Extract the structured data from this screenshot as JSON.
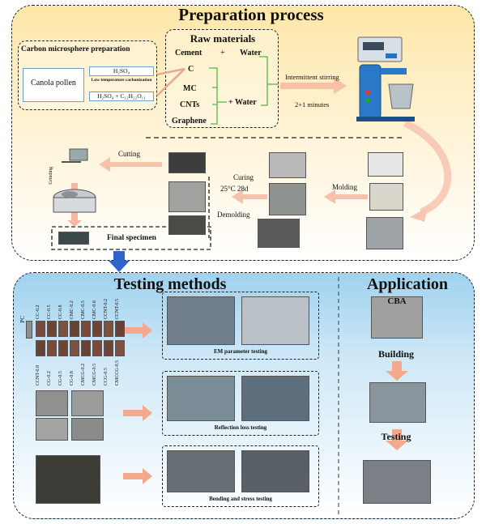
{
  "preparation": {
    "title": "Preparation process",
    "carbon_box": {
      "title": "Carbon microsphere preparation",
      "source": "Canola pollen",
      "step1": "H₂SO₄",
      "step2": "Low temperature carbonization",
      "step3": "H₂SO₄ + C₁₂H₂₂O₁₁"
    },
    "raw": {
      "title": "Raw materials",
      "cement": "Cement",
      "plus1": "+",
      "water1": "Water",
      "c": "C",
      "mc": "MC",
      "cnts": "CNTs",
      "graphene": "Graphene",
      "water2": "+ Water"
    },
    "stirring": "Intermittent stirring",
    "minutes": "2+1 minutes",
    "cutting": "Cutting",
    "grinding": "Grinding",
    "curing": "Curing",
    "curing_temp": "25°C 28d",
    "demolding": "Demolding",
    "molding": "Molding",
    "final": "Final specimen"
  },
  "testing": {
    "title": "Testing methods",
    "pc": "PC",
    "top_labels": [
      "CC-0.2",
      "CC-0.5",
      "CC-0.8",
      "CMC-0.2",
      "CMC-0.5",
      "CMC-0.8",
      "CCNT-0.2",
      "CCNT-0.5"
    ],
    "bottom_labels": [
      "CCNT-0.8",
      "CG-0.2",
      "CG-0.5",
      "CG-0.8",
      "CMCG-0.2",
      "CMCG-0.5",
      "CCG-0.5",
      "CMCCG-0.5"
    ],
    "em": "EM parameter testing",
    "reflection": "Reflection loss testing",
    "bending": "Bending and stress testing"
  },
  "application": {
    "title": "Application",
    "cba": "CBA",
    "building": "Building",
    "testing": "Testing"
  },
  "colors": {
    "arrow": "#f4a98c",
    "blue_arrow": "#2f64c8"
  }
}
